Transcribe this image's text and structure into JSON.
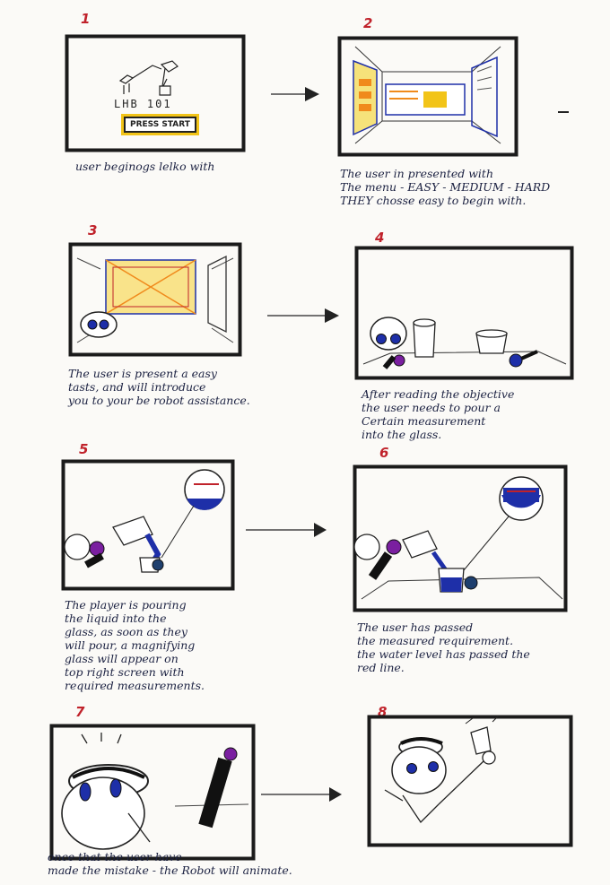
{
  "panels": [
    {
      "number": "1",
      "caption": "user beginogs lelko with"
    },
    {
      "number": "2",
      "caption": "The user in presented with\nThe menu - EASY - MEDIUM - HARD\nTHEY chosse easy to begin with."
    },
    {
      "number": "3",
      "caption": "The user is present a easy\ntasts, and will introduce\nyou to your be robot assistance."
    },
    {
      "number": "4",
      "caption": "After reading the objective\nthe user needs to pour a\nCertain measurement\ninto the glass."
    },
    {
      "number": "5",
      "caption": "The player is pouring\nthe liquid into the\nglass, as soon as they\nwill pour, a magnifying\nglass will appear on\ntop right screen with\nrequired measurements."
    },
    {
      "number": "6",
      "caption": "The user has passed\nthe measured requirement.\nthe water level has passed the\nred line."
    },
    {
      "number": "7",
      "caption": "once that the user have\nmade the mistake - the Robot will animate."
    },
    {
      "number": "8",
      "caption": ""
    }
  ],
  "screen1": {
    "logo_text": "LHB 101",
    "button_label": "PRESS START"
  },
  "colors": {
    "frame": "#1b1b1b",
    "yellow": "#f2c418",
    "orange": "#f08a1c",
    "blue": "#1e2fa8",
    "purple": "#7a1fa0",
    "red": "#c0222b",
    "paper": "#fbfaf7"
  }
}
